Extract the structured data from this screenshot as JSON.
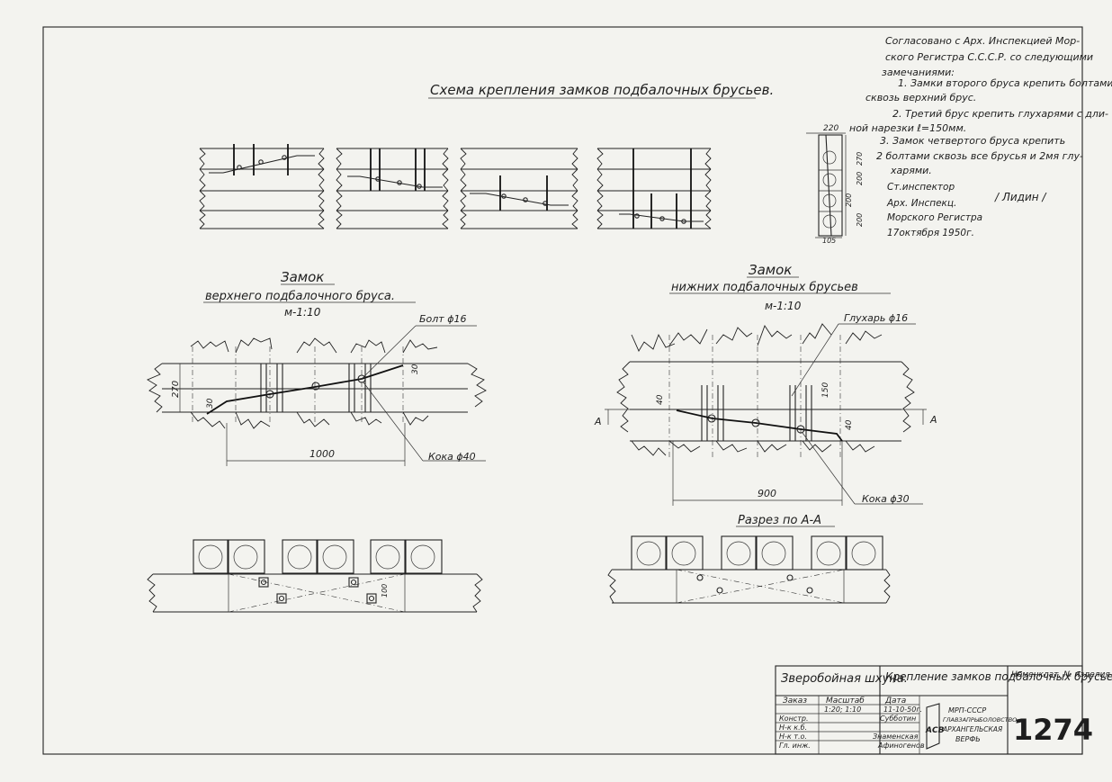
{
  "drawing": {
    "main_title": "Схема крепления замков подбалочных брусьев.",
    "approval": {
      "lines": [
        "Согласовано с Арх. Инспекцией Мор-",
        "ского Регистра С.С.С.Р. со следующими",
        "замечаниями:",
        "1. Замки второго бруса крепить болтами",
        "сквозь верхний брус.",
        "2. Третий брус крепить глухарями с дли-",
        "ной нарезки  ℓ=150мм.",
        "3. Замок четвертого бруса крепить",
        "2 болтами сквозь все брусья и 2мя глу-",
        "харями."
      ],
      "inspector_role": "Ст.инспектор",
      "inspector_org_1": "Арх. Инспекц.",
      "inspector_org_2": "Морского Регистра",
      "date": "17октября 1950г.",
      "signature": "/ Лидин /"
    },
    "section_dims": {
      "top": "220",
      "v1": "270",
      "v2": "200",
      "v3": "200",
      "v4": "200",
      "bottom": "105"
    },
    "upper_lock": {
      "title": "Замок",
      "subtitle": "верхнего подбалочного бруса.",
      "scale": "м-1:10",
      "bolt_label": "Болт ϕ16",
      "dowel_label": "Кока ϕ40",
      "dim_length": "1000",
      "dim_height": "270",
      "dim_small_1": "30",
      "dim_small_2": "30",
      "dim_small_3": "100"
    },
    "lower_lock": {
      "title": "Замок",
      "subtitle": "нижних подбалочных брусьев",
      "scale": "м-1:10",
      "lag_label": "Глухарь ϕ16",
      "dowel_label": "Кока ϕ30",
      "dim_length": "900",
      "dim_small_1": "40",
      "dim_small_2": "150",
      "dim_small_3": "40",
      "section_marker_left": "А",
      "section_marker_right": "А"
    },
    "section_aa": {
      "title": "Разрез по А-А"
    },
    "title_block": {
      "product": "Зверобойная шхуна.",
      "title": "Крепление замков подбалочных брусьев.",
      "nomenclature": "Номенклат. № изделия",
      "order_label": "Заказ",
      "scale_label": "Масштаб",
      "scale_value": "1:20; 1:10",
      "date_label": "Дата",
      "date_value": "11-10-50г.",
      "roles": [
        "Констр.",
        "Н-к к.б.",
        "Н-к т.о.",
        "Гл. инж."
      ],
      "names": [
        "Субботин",
        "",
        "Знаменская",
        "Афиногенов"
      ],
      "org_1": "МРП-СССР",
      "org_2": "ГЛАВЗАПРЫБОЛОВСТВО",
      "org_3": "АРХАНГЕЛЬСКАЯ",
      "org_4": "ВЕРФЬ",
      "logo_text": "АСВ",
      "number": "1274"
    }
  }
}
